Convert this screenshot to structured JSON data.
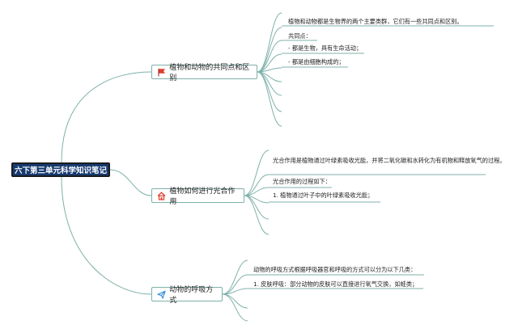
{
  "root": {
    "label": "六下第三单元科学知识笔记"
  },
  "branches": [
    {
      "label": "植物和动物的共同点和区别",
      "icon": "red-flag-icon",
      "leaves": [
        "植物和动物都是生物界的两个主要类群，它们有一些共同点和区别。",
        "共同点：",
        "- 都是生物，具有生命活动；",
        "- 都是由细胞构成的；"
      ]
    },
    {
      "label": "植物如何进行光合作用",
      "icon": "house-icon",
      "leaves": [
        "光合作用是植物通过叶绿素吸收光能，并将二氧化碳和水转化为有机物和释放氧气的过程。",
        "光合作用的过程如下：",
        "1. 植物通过叶子中的叶绿素吸收光能；"
      ]
    },
    {
      "label": "动物的呼吸方式",
      "icon": "paper-plane-icon",
      "leaves": [
        "动物的呼吸方式根据呼吸器官和呼吸的方式可以分为以下几类：",
        "1. 皮肤呼吸：部分动物的皮肤可以直接进行氧气交换，如蛙类；"
      ]
    }
  ],
  "colors": {
    "line": "#7fb1ab",
    "root_fill": "#163a70",
    "flag": "#e23b2e",
    "house": "#e23b2e",
    "plane": "#2a8bd6"
  }
}
